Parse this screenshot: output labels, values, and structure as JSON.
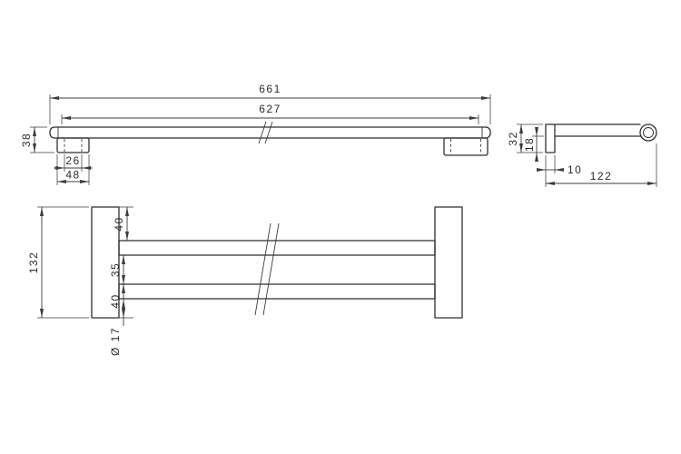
{
  "drawing": {
    "product": "double towel bar technical drawing",
    "top_view": {
      "overall_width": "661",
      "inner_width": "627",
      "end_height": "38",
      "hole_spacing": "26",
      "bracket_width": "48"
    },
    "side_view": {
      "bracket_height": "32",
      "arm_clearance": "18",
      "plate_depth": "10",
      "total_depth": "122"
    },
    "front_view": {
      "total_height": "132",
      "top_bar_offset": "40",
      "bar_gap": "35",
      "bottom_bar_offset": "40",
      "bar_diameter": "Ø 17"
    },
    "colors": {
      "outline": "#2f2f2f",
      "dimension": "#3c3c3c",
      "background": "#ffffff"
    }
  }
}
